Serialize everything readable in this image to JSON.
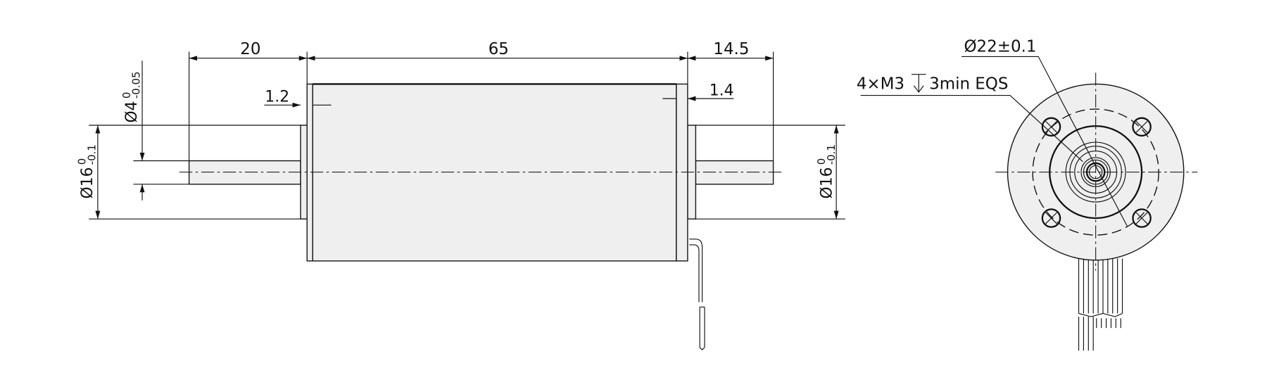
{
  "side_view": {
    "shaft_length": "20",
    "body_length": "65",
    "rear_shaft_length": "14.5",
    "front_flange_thickness": "1.2",
    "rear_flange_thickness": "1.4",
    "shaft_diameter": {
      "base": "Ø4",
      "upper": "0",
      "lower": "-0.05"
    },
    "front_boss_diameter": {
      "base": "Ø16",
      "upper": "0",
      "lower": "-0.1"
    },
    "rear_boss_diameter": {
      "base": "Ø16",
      "upper": "0",
      "lower": "-0.1"
    }
  },
  "front_view": {
    "pilot_diameter": "Ø22±0.1",
    "mounting_holes": "4×M3",
    "hole_depth": "3min EQS",
    "depth_symbol": "depth-icon"
  }
}
